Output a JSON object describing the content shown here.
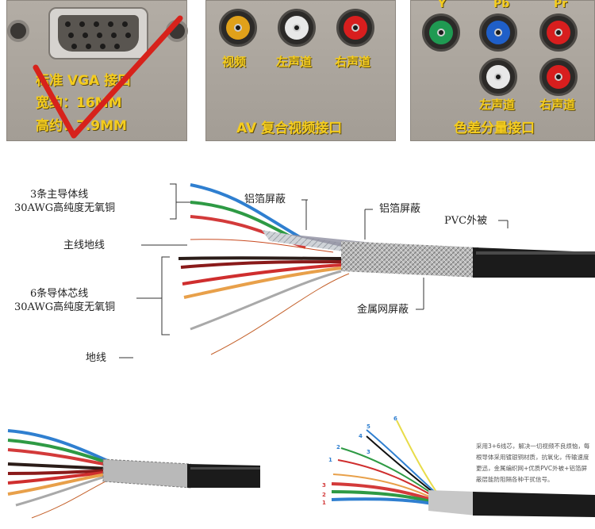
{
  "vga_panel": {
    "line1": "标准 VGA 接口",
    "line2": "宽约：16MM",
    "line3": "高约：7.9MM"
  },
  "av_panel": {
    "rca_labels": [
      "视频",
      "左声道",
      "右声道"
    ],
    "caption": "AV 复合视频接口",
    "colors": {
      "video": "#e0a11a",
      "left": "#e8e8e8",
      "right": "#d81e1e"
    }
  },
  "component_panel": {
    "top_labels": [
      "Y",
      "Pb",
      "Pr"
    ],
    "bottom_labels": [
      "左声道",
      "右声道"
    ],
    "caption": "色差分量接口",
    "colors": {
      "y": "#1f9a52",
      "pb": "#1f5fc8",
      "pr": "#d81e1e",
      "white": "#e8e8e8"
    }
  },
  "diagram": {
    "main_conductors": [
      "3条主导体线",
      "30AWG高纯度无氧铜"
    ],
    "foil_shield_1": "铝箔屏蔽",
    "foil_shield_2": "铝箔屏蔽",
    "pvc_jacket": "PVC外被",
    "main_ground": "主线地线",
    "six_conductors": [
      "6条导体芯线",
      "30AWG高纯度无氧铜"
    ],
    "metal_mesh": "金属网屏蔽",
    "ground": "地线"
  },
  "bottom_right": {
    "wire_numbers": [
      "6",
      "5",
      "4",
      "3",
      "2",
      "1",
      "3",
      "2",
      "1"
    ],
    "note": "采用3+6线芯，解决一切视频不良烦恼，每根导体采用镀银铜材质，抗氧化，传输速度更迅，金属编织网+优质PVC外被+铝箔屏蔽层能防阻隔各种干扰信号。"
  }
}
